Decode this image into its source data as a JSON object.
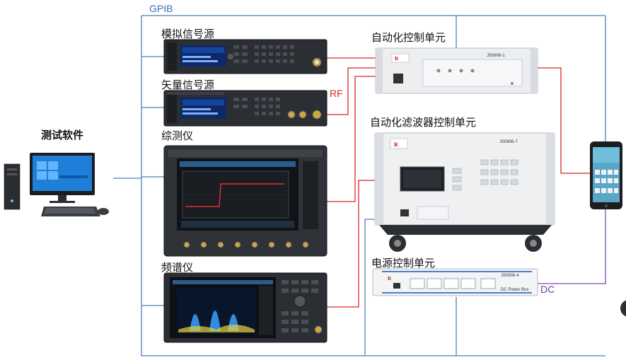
{
  "labels": {
    "gpib": "GPIB",
    "rf": "RF",
    "dc": "DC",
    "test_software": "测试软件",
    "analog_source": "模拟信号源",
    "vector_source": "矢量信号源",
    "comprehensive_tester": "综测仪",
    "spectrum_analyzer": "频谱仪",
    "auto_control_unit": "自动化控制单元",
    "filter_control_unit": "自动化滤波器控制单元",
    "power_control_unit": "电源控制单元"
  },
  "panels": {
    "control_unit_model": "JS0806-1",
    "filter_unit_model": "JS0806-7",
    "power_unit_model": "JS0806-4",
    "power_unit_caption": "DC Power Box"
  },
  "colors": {
    "gpib_line": "#4a7fc1",
    "rf_line": "#d9262b",
    "dc_line": "#7b4fa6",
    "rf_label": "#d9262b",
    "dc_label": "#6b3fa0",
    "gpib_label": "#3a6fb5"
  }
}
